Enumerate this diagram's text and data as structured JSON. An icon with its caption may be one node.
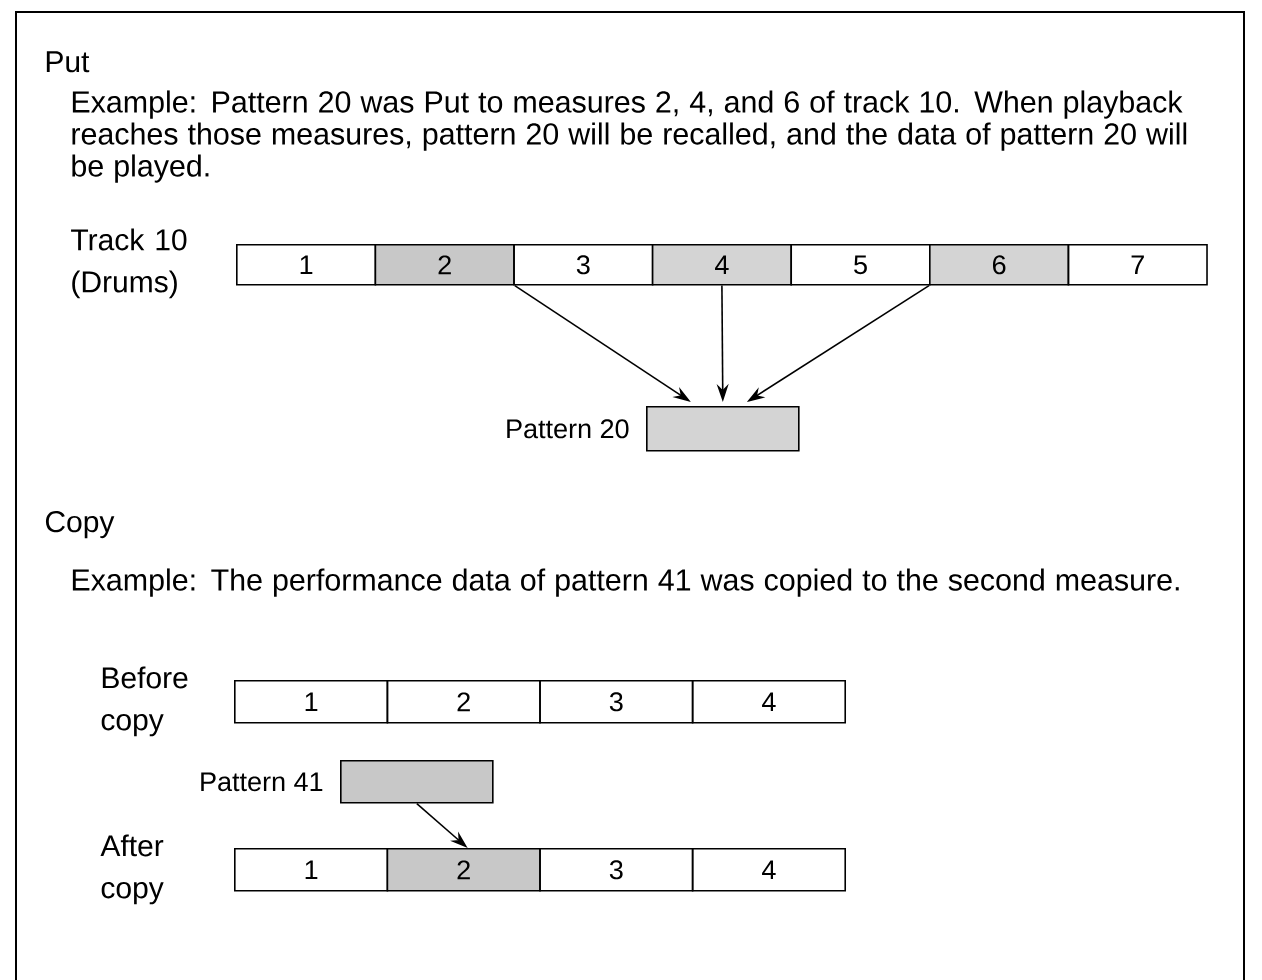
{
  "diagram": {
    "nodes": [
      {
        "text": [
          "1"
        ]
      },
      {
        "text": [
          "2"
        ]
      },
      {
        "text": [
          "3"
        ]
      },
      {
        "text": [
          "4"
        ]
      },
      {
        "text": [
          "5"
        ]
      },
      {
        "text": [
          "6"
        ]
      },
      {
        "text": [
          "7"
        ]
      },
      {
        "text": [],
        "shape": "box",
        "beside": [
          "Pattern 20"
        ]
      },
      {
        "text": [
          "1"
        ]
      },
      {
        "text": [
          "2"
        ]
      },
      {
        "text": [
          "3"
        ]
      },
      {
        "text": [
          "4"
        ]
      },
      {
        "text": [],
        "shape": "box",
        "beside": [
          "Pattern 41"
        ]
      },
      {
        "text": [
          "1"
        ]
      },
      {
        "text": [
          "2"
        ]
      },
      {
        "text": [
          "3"
        ]
      },
      {
        "text": [
          "4"
        ]
      }
    ],
    "edges": [
      {
        "from": 1,
        "to": 7,
        "arrow": "to"
      },
      {
        "from": 3,
        "to": 7,
        "arrow": "to"
      },
      {
        "from": 5,
        "to": 7,
        "arrow": "to"
      },
      {
        "from": 12,
        "to": 14,
        "arrow": "to"
      }
    ],
    "labels": [
      "Put",
      "Example: Pattern 20 was Put to measures 2, 4, and 6 of track 10. When playback reaches those measures, pattern 20 will be recalled, and the data of pattern 20 will be played.",
      "Track 10 (Drums)",
      "Copy",
      "Example: The performance data of pattern 41 was copied to the second measure.",
      "Before copy",
      "After copy"
    ]
  }
}
